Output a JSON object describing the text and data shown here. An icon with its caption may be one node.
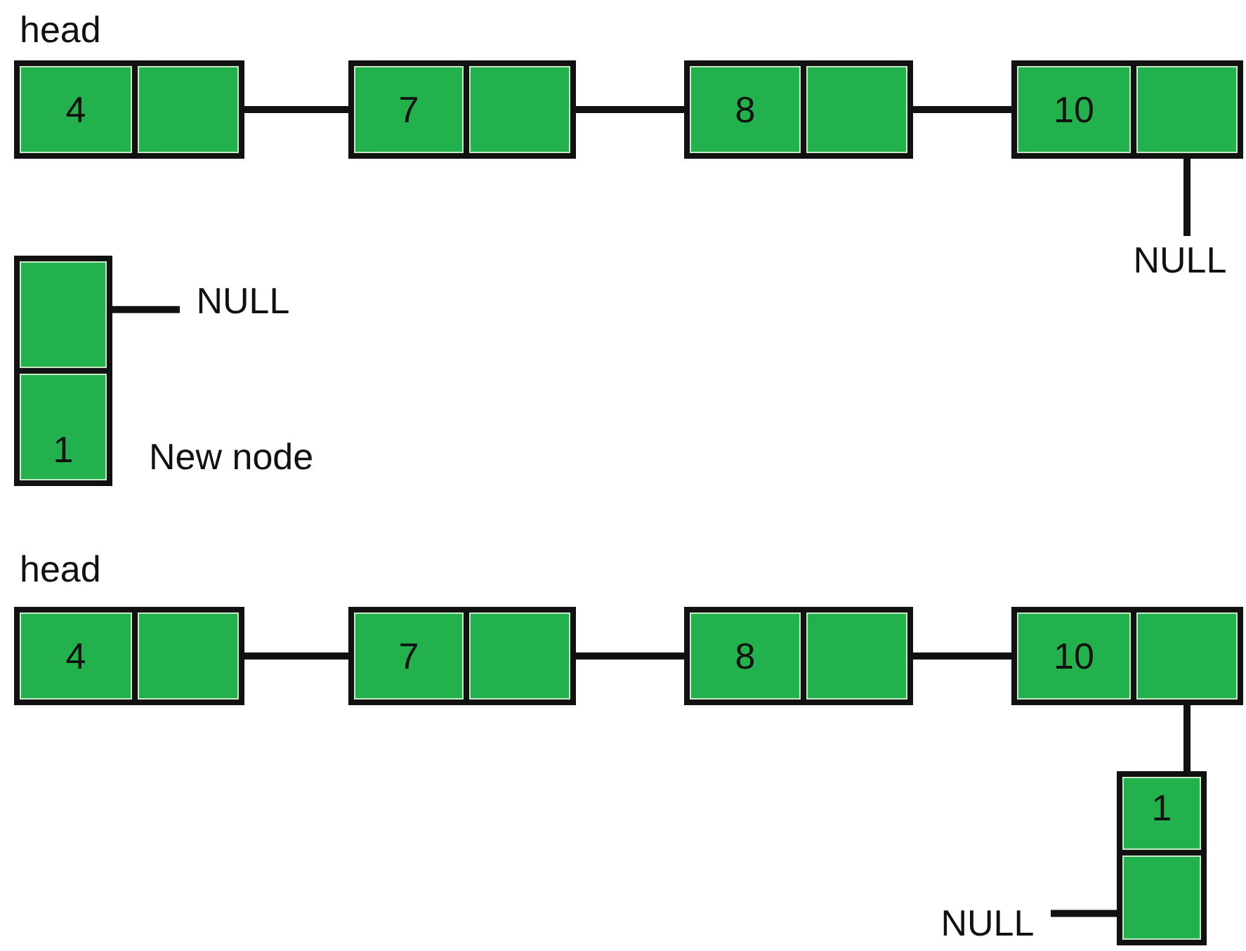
{
  "diagram": {
    "nodes": [
      {
        "text": [
          "4"
        ]
      },
      {
        "text": [],
        "shape": "box"
      },
      {
        "text": [
          "7"
        ]
      },
      {
        "text": [],
        "shape": "box"
      },
      {
        "text": [
          "8"
        ]
      },
      {
        "text": [],
        "shape": "box"
      },
      {
        "text": [
          "10"
        ]
      },
      {
        "text": [],
        "shape": "box"
      },
      {
        "text": [
          "NULL"
        ]
      },
      {
        "text": [],
        "shape": "box"
      },
      {
        "text": [
          "NULL"
        ]
      },
      {
        "text": [
          "1"
        ]
      },
      {
        "text": [
          "4"
        ]
      },
      {
        "text": [],
        "shape": "box"
      },
      {
        "text": [
          "7"
        ]
      },
      {
        "text": [],
        "shape": "box"
      },
      {
        "text": [
          "8"
        ]
      },
      {
        "text": [],
        "shape": "box"
      },
      {
        "text": [
          "10"
        ]
      },
      {
        "text": [],
        "shape": "box"
      },
      {
        "text": [
          "1"
        ]
      },
      {
        "text": [],
        "shape": "box"
      },
      {
        "text": [
          "NULL"
        ]
      }
    ],
    "edges": [
      {
        "from": 1,
        "to": 2,
        "arrow": "none"
      },
      {
        "from": 3,
        "to": 4,
        "arrow": "none"
      },
      {
        "from": 5,
        "to": 6,
        "arrow": "none"
      },
      {
        "from": 7,
        "to": 8,
        "arrow": "none"
      },
      {
        "from": 9,
        "to": 10,
        "arrow": "none"
      },
      {
        "from": 13,
        "to": 14,
        "arrow": "none"
      },
      {
        "from": 15,
        "to": 16,
        "arrow": "none"
      },
      {
        "from": 17,
        "to": 18,
        "arrow": "none"
      },
      {
        "from": 19,
        "to": 20,
        "arrow": "none"
      },
      {
        "from": 21,
        "to": 22,
        "arrow": "none"
      }
    ],
    "labels": [
      "head",
      "New node",
      "head"
    ]
  }
}
